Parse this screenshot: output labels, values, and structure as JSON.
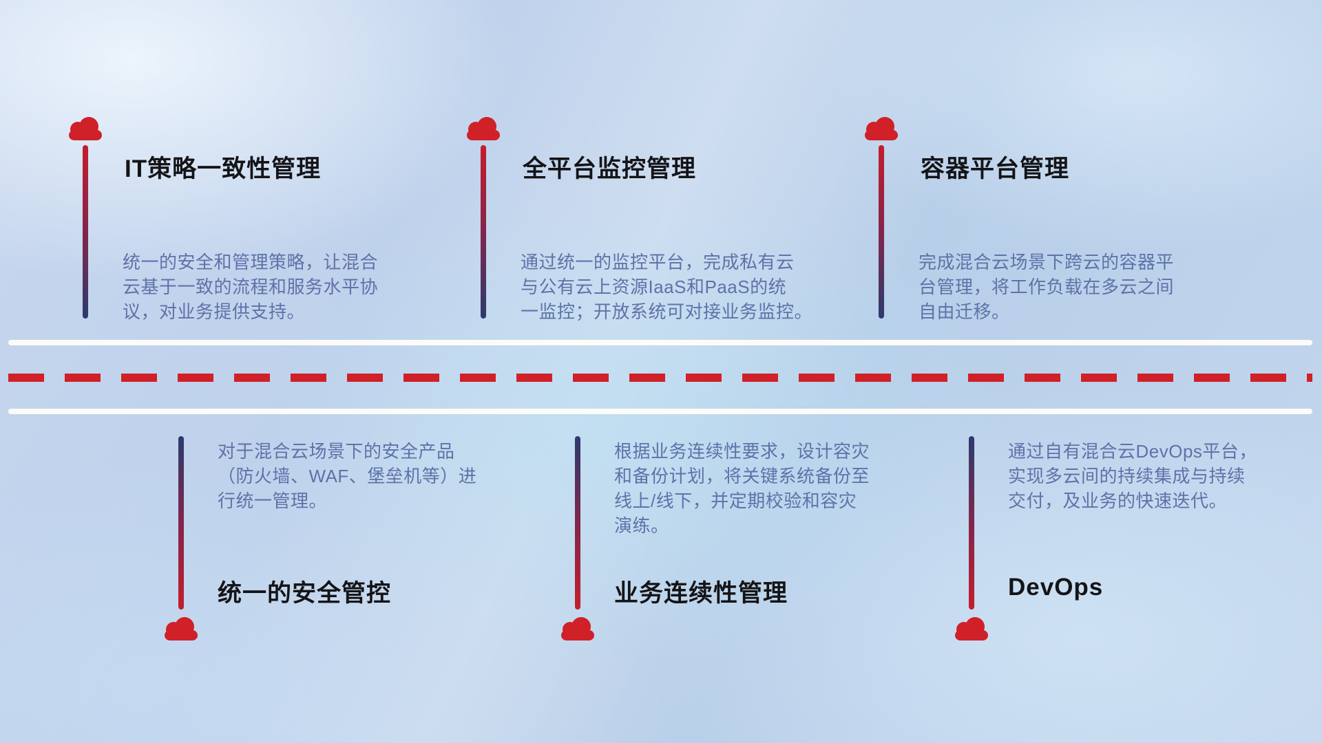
{
  "colors": {
    "accent_red": "#d02028",
    "accent_navy": "#2b3a70",
    "title_text": "#141417",
    "desc_text": "#5f72a8",
    "road_white": "#fffdf8"
  },
  "top_items": [
    {
      "icon": "cloud-icon",
      "title": "IT策略一致性管理",
      "desc": "统一的安全和管理策略，让混合\n云基于一致的流程和服务水平协\n议，对业务提供支持。"
    },
    {
      "icon": "cloud-icon",
      "title": "全平台监控管理",
      "desc": "通过统一的监控平台，完成私有云\n与公有云上资源IaaS和PaaS的统\n一监控；开放系统可对接业务监控。"
    },
    {
      "icon": "cloud-icon",
      "title": "容器平台管理",
      "desc": "完成混合云场景下跨云的容器平\n台管理，将工作负载在多云之间\n自由迁移。"
    }
  ],
  "bottom_items": [
    {
      "icon": "cloud-icon",
      "title": "统一的安全管控",
      "desc": "对于混合云场景下的安全产品\n（防火墙、WAF、堡垒机等）进\n行统一管理。"
    },
    {
      "icon": "cloud-icon",
      "title": "业务连续性管理",
      "desc": "根据业务连续性要求，设计容灾\n和备份计划，将关键系统备份至\n线上/线下，并定期校验和容灾\n演练。"
    },
    {
      "icon": "cloud-icon",
      "title": "DevOps",
      "desc": "通过自有混合云DevOps平台，\n实现多云间的持续集成与持续\n交付，及业务的快速迭代。"
    }
  ]
}
